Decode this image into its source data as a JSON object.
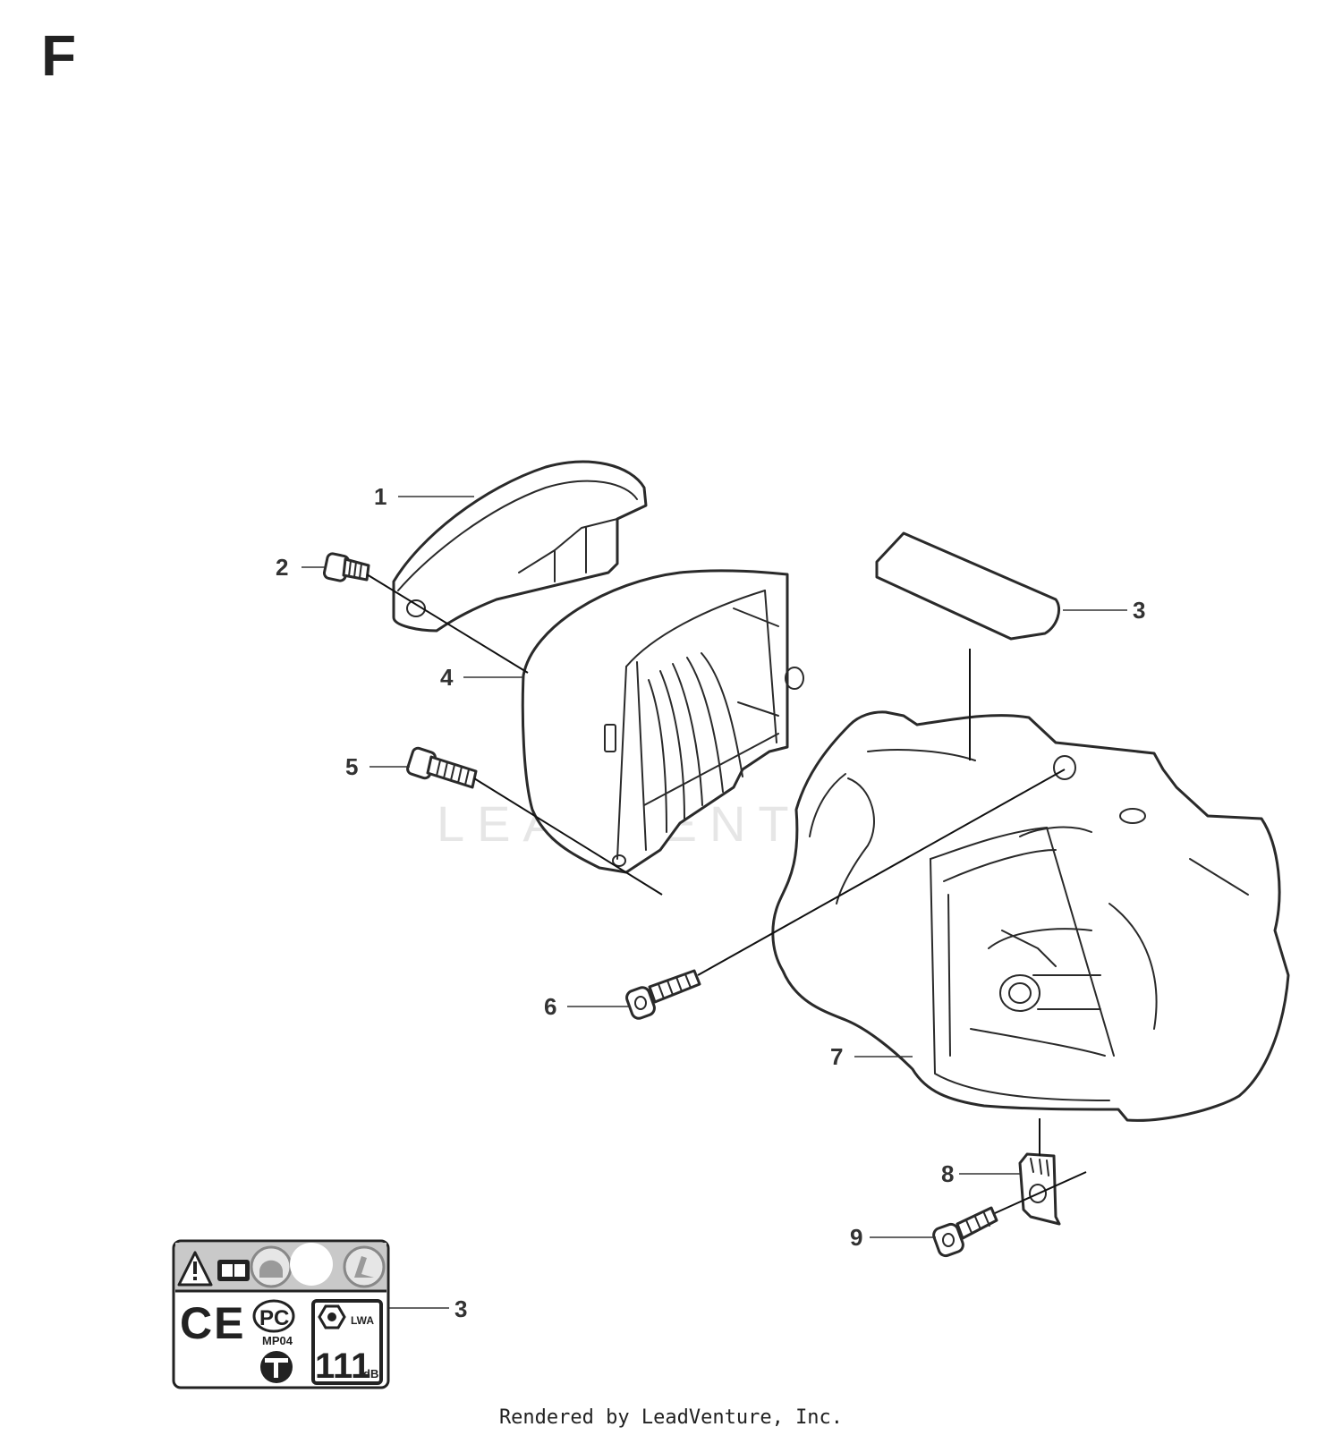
{
  "section_letter": "F",
  "callouts": {
    "c1": "1",
    "c2": "2",
    "c3a": "3",
    "c4": "4",
    "c5": "5",
    "c6": "6",
    "c7": "7",
    "c8": "8",
    "c9": "9",
    "c3b": "3"
  },
  "decal": {
    "mark_ce": "CE",
    "mark_pc": "PC",
    "mark_pc_code": "MP04",
    "mark_lwa": "LWA",
    "sound_level": "111",
    "sound_unit": "dB"
  },
  "watermark": "LEADVENTURE",
  "footer": "Rendered by LeadVenture, Inc."
}
